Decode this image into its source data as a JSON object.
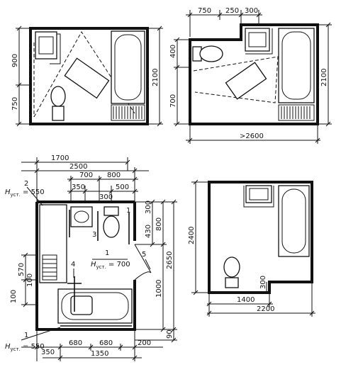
{
  "plan_a": {
    "dims": [
      "900",
      "750",
      "2100"
    ]
  },
  "plan_b": {
    "dims": [
      "750",
      "250",
      "300",
      "400",
      "700",
      "2100",
      ">2600"
    ]
  },
  "plan_c": {
    "dims_top": [
      "1700",
      "2500",
      "700",
      "800",
      "350",
      "500",
      "300"
    ],
    "dims_right": [
      "300",
      "430",
      "800",
      "1000",
      "2650",
      "90"
    ],
    "dims_left": [
      "570",
      "100",
      "100"
    ],
    "dims_bottom": [
      "350",
      "680",
      "680",
      "200",
      "1350"
    ],
    "callouts": [
      "1",
      "2",
      "3",
      "4",
      "5",
      "1",
      "1"
    ],
    "h_label": "H",
    "h_sub": "уст.",
    "h_top": " = 550",
    "h_mid": " = 700",
    "h_bot": " = 550"
  },
  "plan_d": {
    "dims": [
      "2400",
      "300",
      "1400",
      "2200"
    ]
  }
}
